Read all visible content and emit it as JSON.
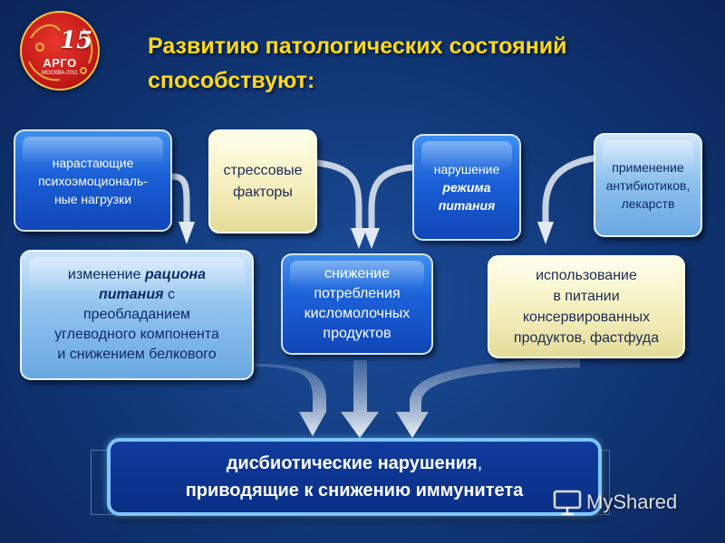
{
  "logo": {
    "number": "15",
    "name": "АРГО",
    "sub": "МОСКВА-2011"
  },
  "title": [
    "Развитию патологических состояний",
    "способствуют:"
  ],
  "boxes": {
    "b1": [
      "нарастающие",
      "психоэмоциональ-",
      "ные нагрузки"
    ],
    "b2": [
      "стрессовые",
      "факторы"
    ],
    "b3": {
      "plain": "нарушение",
      "bold1": "режима",
      "bold2": "питания"
    },
    "b4": [
      "применение",
      "антибиотиков,",
      "лекарств"
    ],
    "b5": {
      "pre": "изменение ",
      "bold1": "рациона",
      "bold2": "питания",
      "post": " с",
      "rest": [
        "преобладанием",
        "углеводного компонента",
        "и снижением белкового"
      ]
    },
    "b6": [
      "снижение",
      "потребления",
      "кисломолочных",
      "продуктов"
    ],
    "b7": [
      "использование",
      "в питании",
      "консервированных",
      "продуктов, фастфуда"
    ],
    "result": {
      "line1": "дисбиотические нарушения",
      "comma": ",",
      "line2": "приводящие  к снижению иммунитета"
    }
  },
  "watermark": "MyShared",
  "colors": {
    "title": "#ffd81c",
    "arrow": "#c9d4e3",
    "result_border": "#7fc6ff"
  }
}
